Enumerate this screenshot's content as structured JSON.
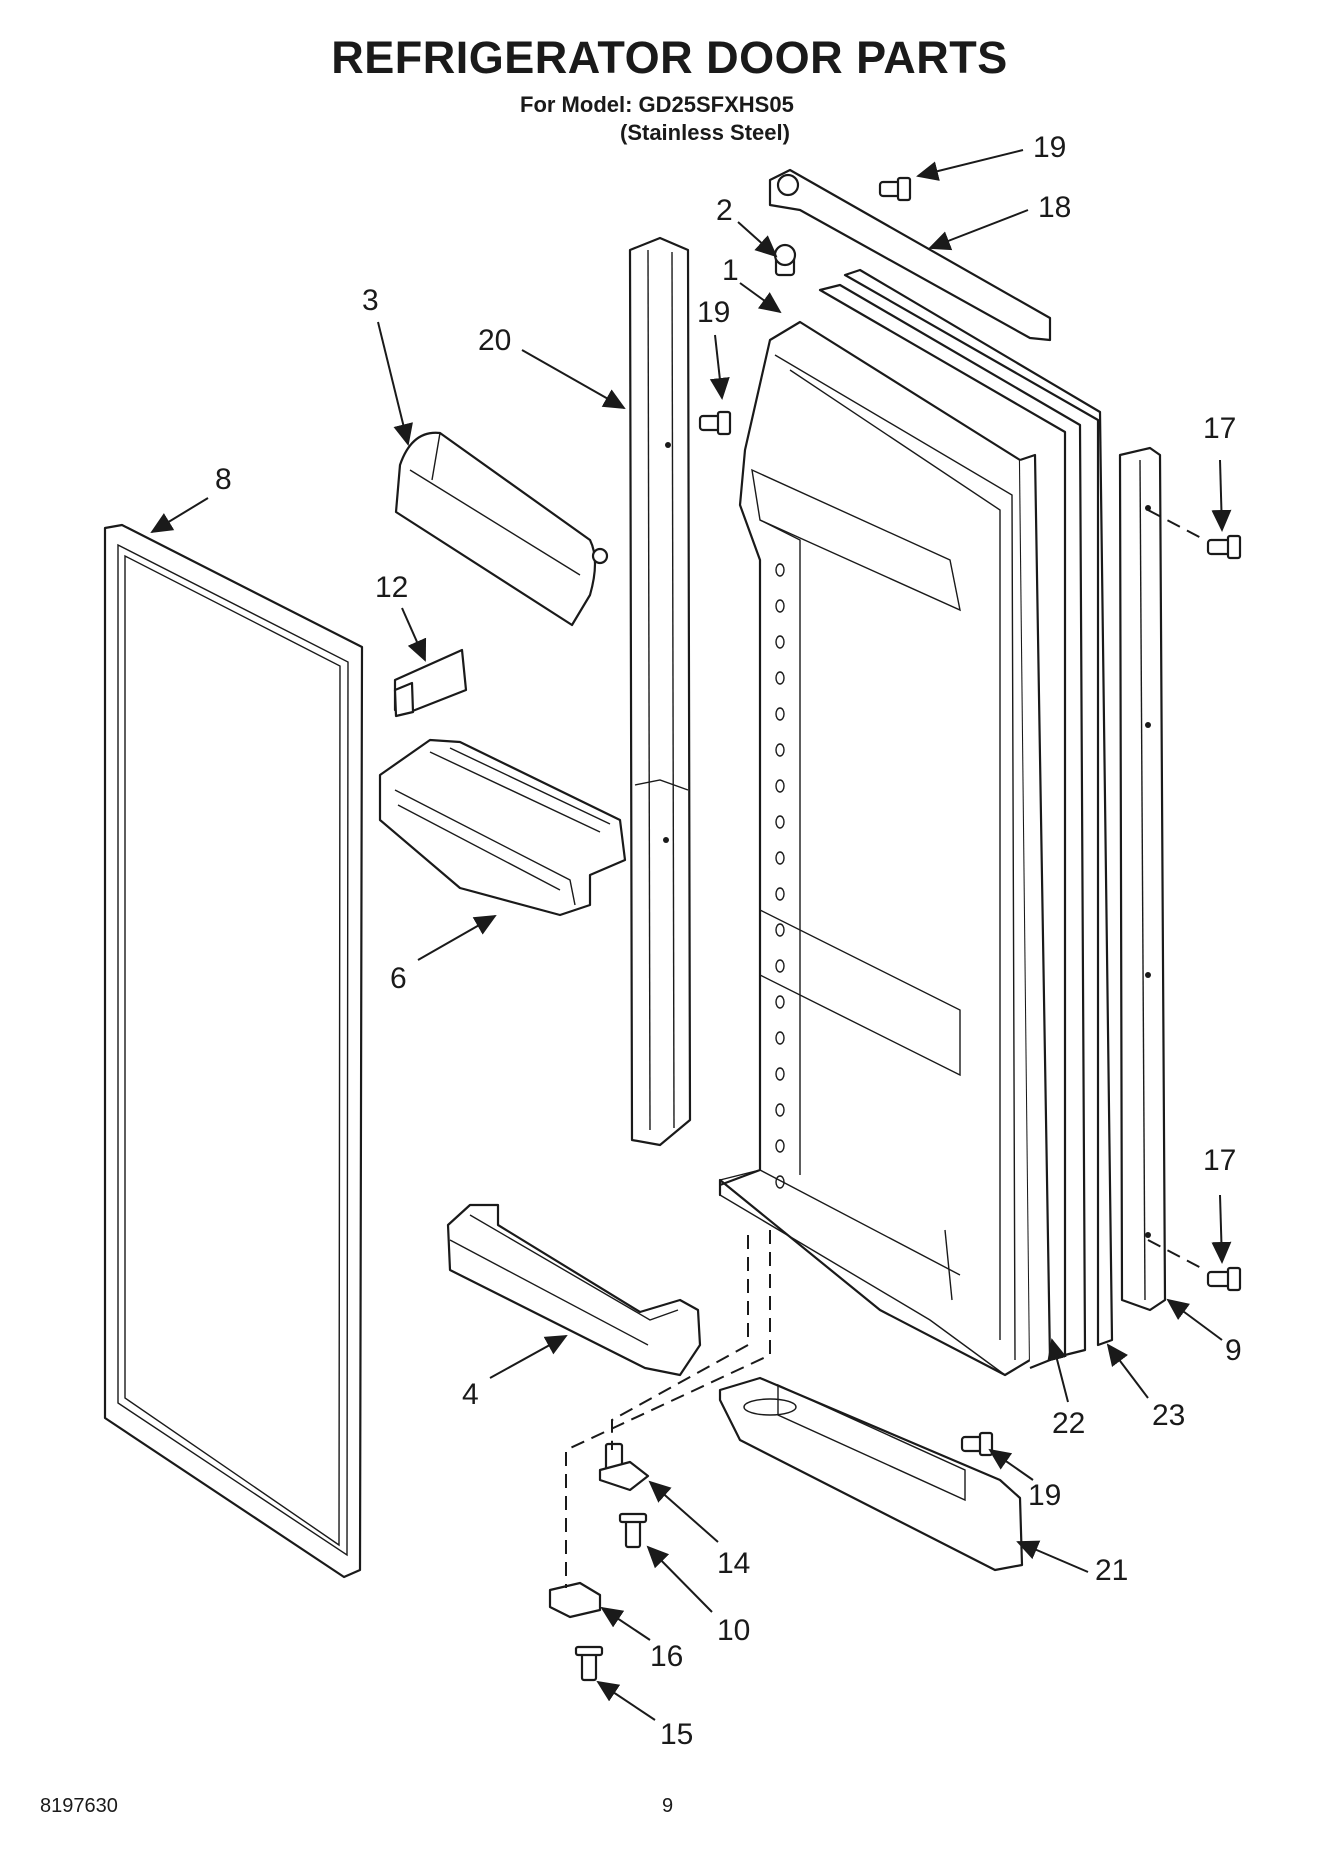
{
  "header": {
    "title": "REFRIGERATOR DOOR PARTS",
    "model_line": "For Model: GD25SFXHS05",
    "finish_line": "(Stainless Steel)"
  },
  "footer": {
    "doc_number": "8197630",
    "page_number": "9"
  },
  "callouts": [
    "1",
    "2",
    "3",
    "4",
    "6",
    "8",
    "9",
    "10",
    "12",
    "14",
    "15",
    "16",
    "17",
    "17",
    "18",
    "19",
    "19",
    "19",
    "20",
    "21",
    "22",
    "23"
  ]
}
